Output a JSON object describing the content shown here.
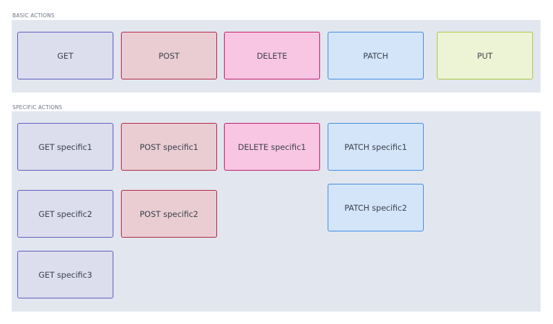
{
  "sections": {
    "basic": {
      "label": "BASIC ACTIONS",
      "get": "GET",
      "post": "POST",
      "delete": "DELETE",
      "patch": "PATCH",
      "put": "PUT"
    },
    "specific": {
      "label": "SPECIFIC ACTIONS",
      "get1": "GET specific1",
      "get2": "GET specific2",
      "get3": "GET specific3",
      "post1": "POST specific1",
      "post2": "POST specific2",
      "delete1": "DELETE specific1",
      "patch1": "PATCH specific1",
      "patch2": "PATCH specific2"
    }
  },
  "colors": {
    "panel": "#e1e6ef",
    "get": "#5a5ac0",
    "post": "#b4213f",
    "delete": "#c4176a",
    "patch": "#3d8be0",
    "put": "#a9c93a"
  }
}
